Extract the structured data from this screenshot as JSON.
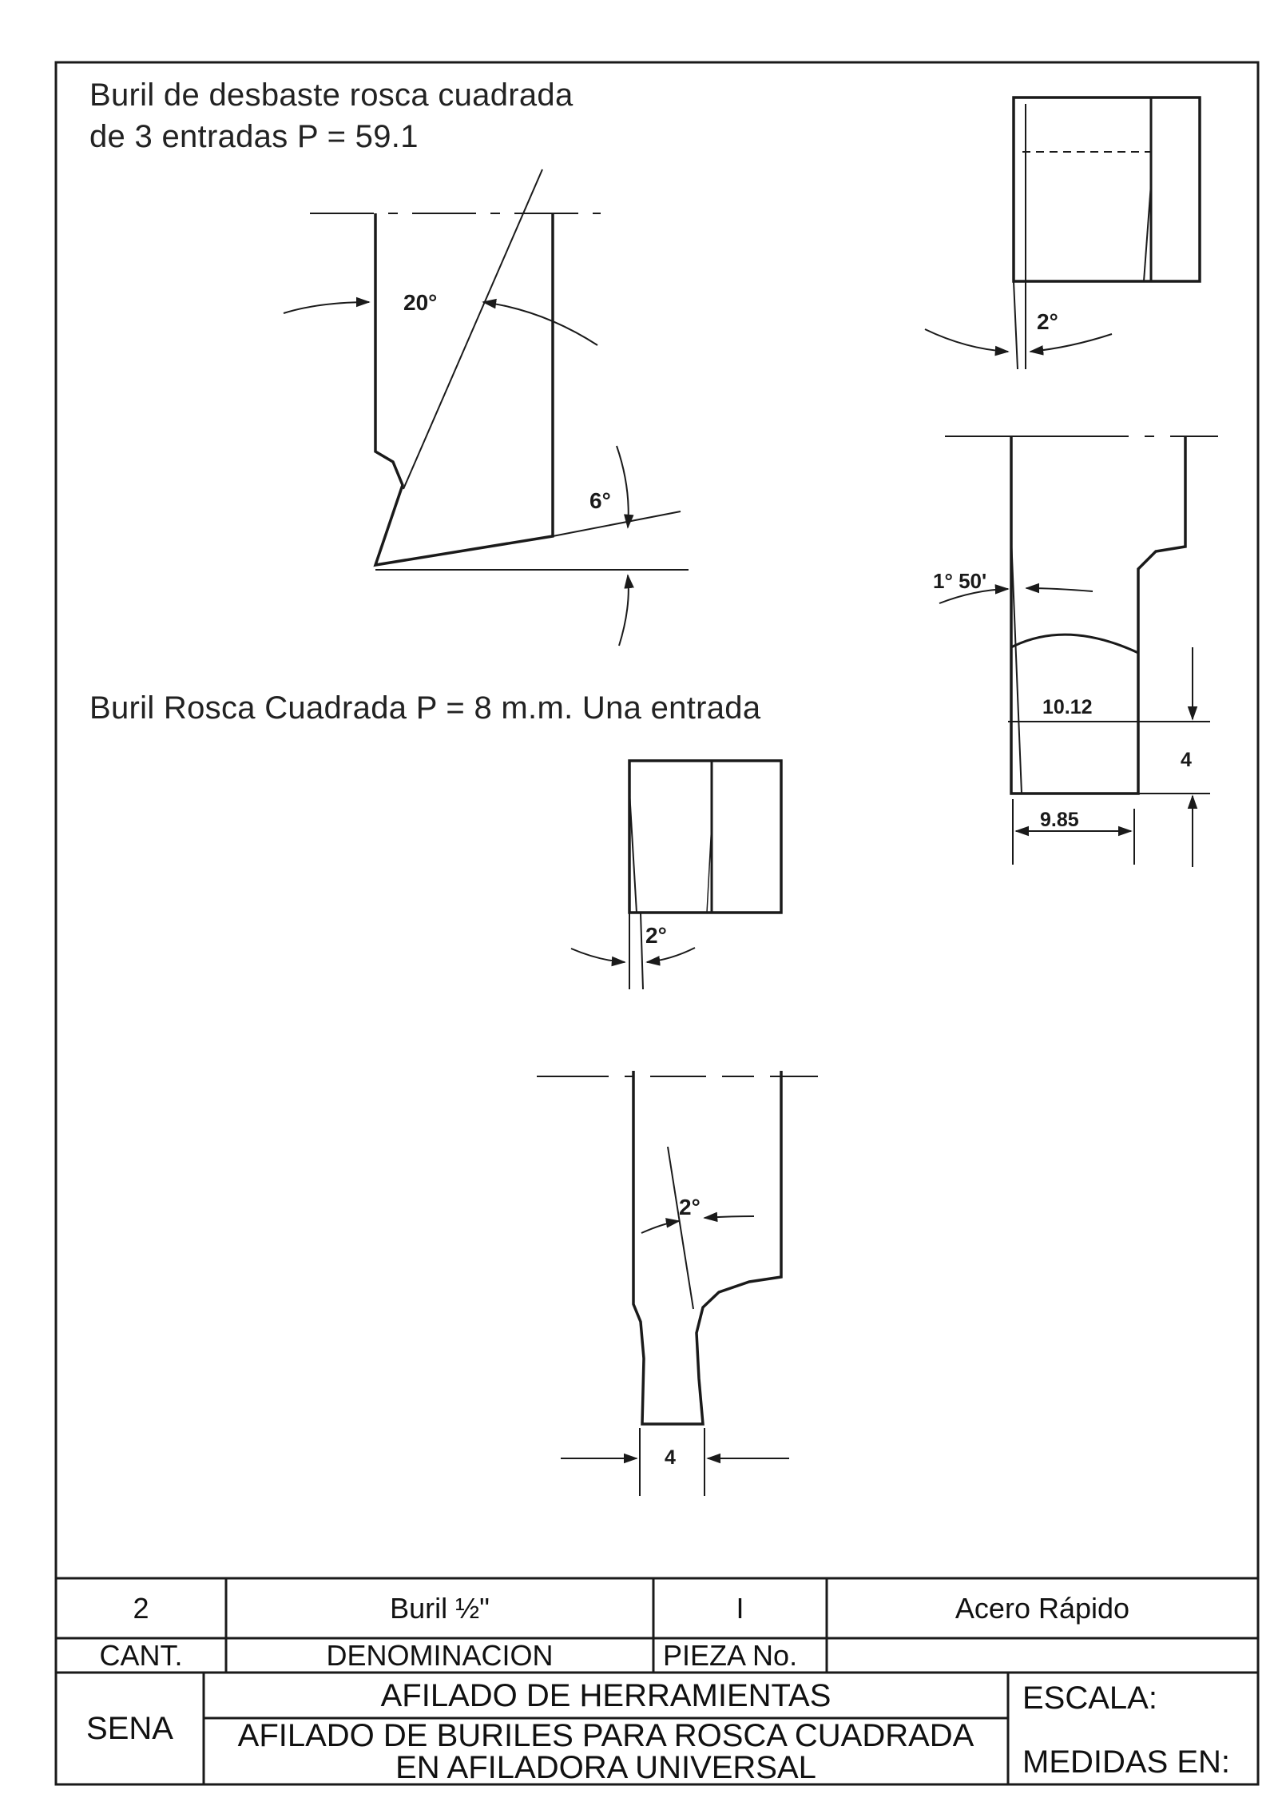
{
  "titles": {
    "drawing1": [
      "Buril de desbaste rosca cuadrada",
      "de 3 entradas P = 59.1"
    ],
    "drawing2": "Buril Rosca Cuadrada P = 8 m.m. Una entrada"
  },
  "dimensions": {
    "angle_20": "20°",
    "angle_6": "6°",
    "angle_2_top_right": "2°",
    "angle_1_50": "1° 50'",
    "dim_10_12": "10.12",
    "dim_4_right": "4",
    "dim_9_85": "9.85",
    "angle_2_middle": "2°",
    "angle_2_bottom": "2°",
    "dim_4_bottom": "4"
  },
  "title_block": {
    "quantity": "2",
    "denomination": "Buril ½\"",
    "piece_no": "I",
    "material": "Acero Rápido",
    "header_qty": "CANT.",
    "header_denomination": "DENOMINACION",
    "header_piece": "PIEZA No.",
    "org": "SENA",
    "course": "AFILADO DE HERRAMIENTAS",
    "subject_line1": "AFILADO DE BURILES PARA ROSCA CUADRADA",
    "subject_line2": "EN AFILADORA UNIVERSAL",
    "scale_label": "ESCALA:",
    "units_label": "MEDIDAS EN:"
  },
  "colors": {
    "ink": "#1a1a1a",
    "paper": "#ffffff"
  }
}
